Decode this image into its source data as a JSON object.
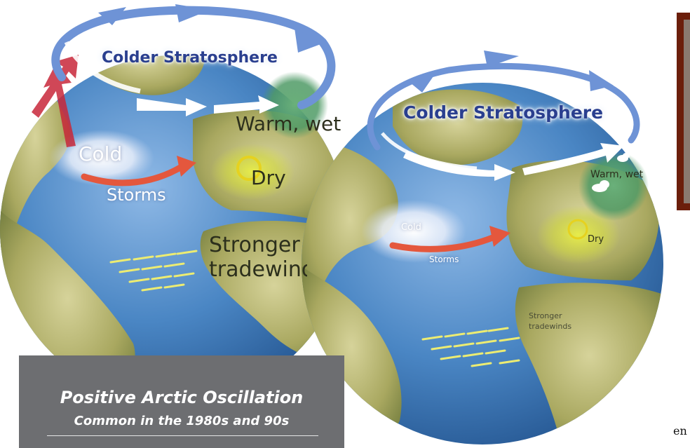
{
  "left_globe": {
    "stratosphere_label": "Colder Stratosphere",
    "warm_wet_label": "Warm, wet",
    "cold_label": "Cold",
    "dry_label": "Dry",
    "storms_label": "Storms",
    "tradewinds_line1": "Stronger",
    "tradewinds_line2": "tradewinds"
  },
  "right_globe": {
    "stratosphere_label": "Colder Stratosphere",
    "warm_wet_label": "Warm, wet",
    "cold_label": "Cold",
    "dry_label": "Dry",
    "storms_label": "Storms",
    "tradewinds_line1": "Stronger",
    "tradewinds_line2": "tradewinds"
  },
  "caption": {
    "title": "Positive Arctic Oscillation",
    "subtitle": "Common in the 1980s and 90s"
  },
  "edge_text": "en",
  "colors": {
    "ocean": "#4a86c4",
    "land": "#a9a860",
    "arrow_blue": "#6e93d6",
    "storm_arrow": "#e4573d",
    "heat_arrow": "#c8283a",
    "stratosphere_text": "#2a3f8f",
    "caption_bg": "#6d6e71",
    "frame": "#6b1e0b"
  }
}
